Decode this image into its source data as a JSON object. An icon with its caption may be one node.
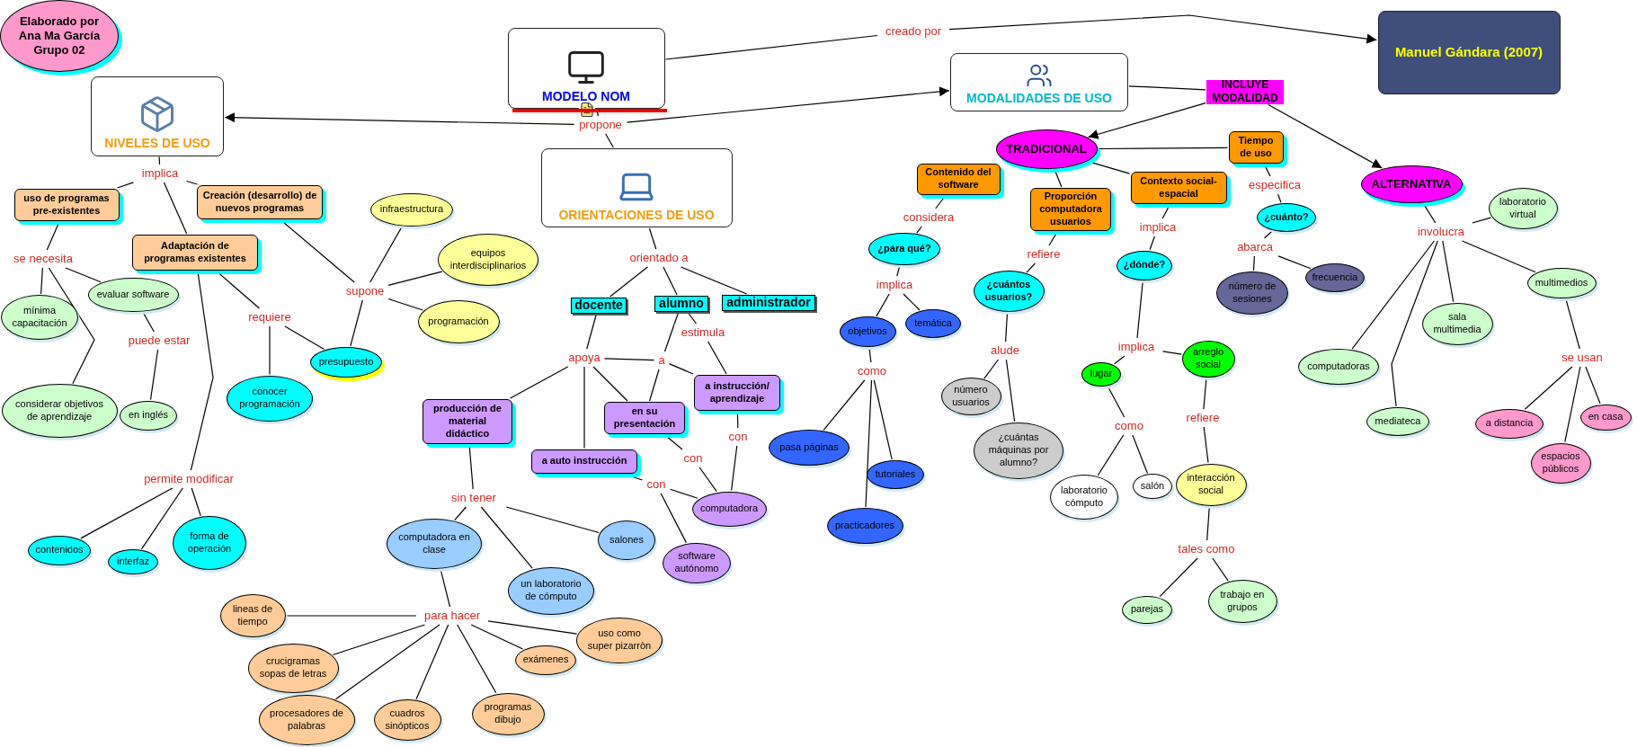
{
  "diagram": {
    "nodes": [
      {
        "text": [
          "Elaborado por Ana Ma García Grupo 02"
        ]
      },
      {
        "text": [
          "MODELO NOM"
        ]
      },
      {
        "text": [
          "creado por"
        ]
      },
      {
        "text": [
          "Manuel Gándara (2007)"
        ]
      },
      {
        "text": [
          "propone"
        ]
      },
      {
        "text": [
          "NIVELES DE USO"
        ]
      },
      {
        "text": [
          "MODALIDADES DE USO"
        ]
      },
      {
        "text": [
          "ORIENTACIONES DE USO"
        ]
      },
      {
        "text": [
          "implica"
        ]
      },
      {
        "text": [
          "uso de programas pre-existentes"
        ]
      },
      {
        "text": [
          "Creación (desarrollo) de nuevos programas"
        ]
      },
      {
        "text": [
          "Adaptación de programas existentes"
        ]
      },
      {
        "text": [
          "se necesita"
        ]
      },
      {
        "text": [
          "mínima capacitación"
        ]
      },
      {
        "text": [
          "evaluar software"
        ]
      },
      {
        "text": [
          "considerar objetivos de aprendizaje"
        ]
      },
      {
        "text": [
          "puede estar"
        ]
      },
      {
        "text": [
          "en inglés"
        ]
      },
      {
        "text": [
          "requiere"
        ]
      },
      {
        "text": [
          "conocer programación"
        ]
      },
      {
        "text": [
          "presupuesto"
        ]
      },
      {
        "text": [
          "permite modificar"
        ]
      },
      {
        "text": [
          "contenidos"
        ]
      },
      {
        "text": [
          "interfaz"
        ]
      },
      {
        "text": [
          "forma de operación"
        ]
      },
      {
        "text": [
          "supone"
        ]
      },
      {
        "text": [
          "infraestructura"
        ]
      },
      {
        "text": [
          "equipos interdisciplinarios"
        ]
      },
      {
        "text": [
          "programación"
        ]
      },
      {
        "text": [
          "orientado a"
        ]
      },
      {
        "text": [
          "docente"
        ]
      },
      {
        "text": [
          "alumno"
        ]
      },
      {
        "text": [
          "administrador"
        ]
      },
      {
        "text": [
          "apoya"
        ]
      },
      {
        "text": [
          "a"
        ]
      },
      {
        "text": [
          "estimula"
        ]
      },
      {
        "text": [
          "producción de material didáctico"
        ]
      },
      {
        "text": [
          "en su presentación"
        ]
      },
      {
        "text": [
          "a instrucción/ aprendizaje"
        ]
      },
      {
        "text": [
          "a auto instrucción"
        ]
      },
      {
        "text": [
          "con"
        ]
      },
      {
        "text": [
          "con"
        ]
      },
      {
        "text": [
          "con"
        ]
      },
      {
        "text": [
          "computadora"
        ]
      },
      {
        "text": [
          "software autónomo"
        ]
      },
      {
        "text": [
          "sin tener"
        ]
      },
      {
        "text": [
          "computadora en clase"
        ]
      },
      {
        "text": [
          "un laboratorio de cómputo"
        ]
      },
      {
        "text": [
          "salones"
        ]
      },
      {
        "text": [
          "para hacer"
        ]
      },
      {
        "text": [
          "lineas de tiempo"
        ]
      },
      {
        "text": [
          "crucigramas sopas de letras"
        ]
      },
      {
        "text": [
          "procesadores de palabras"
        ]
      },
      {
        "text": [
          "cuadros sinópticos"
        ]
      },
      {
        "text": [
          "programas dibujo"
        ]
      },
      {
        "text": [
          "exámenes"
        ]
      },
      {
        "text": [
          "uso como super pizarròn"
        ]
      },
      {
        "text": [
          "INCLUYE MODALIDAD"
        ]
      },
      {
        "text": [
          "TRADICIONAL"
        ]
      },
      {
        "text": [
          "ALTERNATIVA"
        ]
      },
      {
        "text": [
          "Contenido del software"
        ]
      },
      {
        "text": [
          "considera"
        ]
      },
      {
        "text": [
          "¿para qué?"
        ]
      },
      {
        "text": [
          "implica"
        ]
      },
      {
        "text": [
          "objetivos"
        ]
      },
      {
        "text": [
          "temática"
        ]
      },
      {
        "text": [
          "como"
        ]
      },
      {
        "text": [
          "pasa páginas"
        ]
      },
      {
        "text": [
          "tutoriales"
        ]
      },
      {
        "text": [
          "practicadores"
        ]
      },
      {
        "text": [
          "Proporción computadora usuarios"
        ]
      },
      {
        "text": [
          "refiere"
        ]
      },
      {
        "text": [
          "¿cuántos usuarios?"
        ]
      },
      {
        "text": [
          "alude"
        ]
      },
      {
        "text": [
          "número usuarios"
        ]
      },
      {
        "text": [
          "¿cuántas máquinas por alumno?"
        ]
      },
      {
        "text": [
          "Contexto social-espacial"
        ]
      },
      {
        "text": [
          "implica"
        ]
      },
      {
        "text": [
          "¿dónde?"
        ]
      },
      {
        "text": [
          "implica"
        ]
      },
      {
        "text": [
          "lugar"
        ]
      },
      {
        "text": [
          "arreglo social"
        ]
      },
      {
        "text": [
          "como"
        ]
      },
      {
        "text": [
          "laboratorio cómputo"
        ]
      },
      {
        "text": [
          "salón"
        ]
      },
      {
        "text": [
          "refiere"
        ]
      },
      {
        "text": [
          "interacción social"
        ]
      },
      {
        "text": [
          "tales como"
        ]
      },
      {
        "text": [
          "parejas"
        ]
      },
      {
        "text": [
          "trabajo en grupos"
        ]
      },
      {
        "text": [
          "Tiempo de uso"
        ]
      },
      {
        "text": [
          "especifica"
        ]
      },
      {
        "text": [
          "¿cuánto?"
        ]
      },
      {
        "text": [
          "abarca"
        ]
      },
      {
        "text": [
          "número de sesiones"
        ]
      },
      {
        "text": [
          "frecuencia"
        ]
      },
      {
        "text": [
          "involucra"
        ]
      },
      {
        "text": [
          "laboratorio virtual"
        ]
      },
      {
        "text": [
          "multimedios"
        ]
      },
      {
        "text": [
          "sala multimedia"
        ]
      },
      {
        "text": [
          "computadoras"
        ]
      },
      {
        "text": [
          "mediateca"
        ]
      },
      {
        "text": [
          "se usan"
        ]
      },
      {
        "text": [
          "a distancia"
        ]
      },
      {
        "text": [
          "en casa"
        ]
      },
      {
        "text": [
          "espacios públicos"
        ]
      }
    ],
    "edges": [
      {
        "from": 1,
        "to": 4,
        "arrow": "none"
      },
      {
        "from": 4,
        "to": 5,
        "arrow": "to"
      },
      {
        "from": 4,
        "to": 6,
        "arrow": "to"
      },
      {
        "from": 4,
        "to": 7,
        "arrow": "none"
      },
      {
        "from": 1,
        "to": 2,
        "arrow": "none"
      },
      {
        "from": 2,
        "to": 3,
        "arrow": "to"
      },
      {
        "from": 5,
        "to": 8,
        "arrow": "none"
      },
      {
        "from": 8,
        "to": 9,
        "arrow": "none"
      },
      {
        "from": 8,
        "to": 10,
        "arrow": "none"
      },
      {
        "from": 8,
        "to": 11,
        "arrow": "none"
      },
      {
        "from": 9,
        "to": 12,
        "arrow": "none"
      },
      {
        "from": 12,
        "to": 13,
        "arrow": "none"
      },
      {
        "from": 12,
        "to": 14,
        "arrow": "none"
      },
      {
        "from": 12,
        "to": 15,
        "arrow": "none"
      },
      {
        "from": 14,
        "to": 16,
        "arrow": "none"
      },
      {
        "from": 16,
        "to": 17,
        "arrow": "none"
      },
      {
        "from": 11,
        "to": 18,
        "arrow": "none"
      },
      {
        "from": 18,
        "to": 19,
        "arrow": "none"
      },
      {
        "from": 18,
        "to": 20,
        "arrow": "none"
      },
      {
        "from": 11,
        "to": 21,
        "arrow": "none"
      },
      {
        "from": 21,
        "to": 22,
        "arrow": "none"
      },
      {
        "from": 21,
        "to": 23,
        "arrow": "none"
      },
      {
        "from": 21,
        "to": 24,
        "arrow": "none"
      },
      {
        "from": 10,
        "to": 25,
        "arrow": "none"
      },
      {
        "from": 25,
        "to": 26,
        "arrow": "none"
      },
      {
        "from": 25,
        "to": 27,
        "arrow": "none"
      },
      {
        "from": 25,
        "to": 28,
        "arrow": "none"
      },
      {
        "from": 25,
        "to": 20,
        "arrow": "none"
      },
      {
        "from": 7,
        "to": 29,
        "arrow": "none"
      },
      {
        "from": 29,
        "to": 30,
        "arrow": "none"
      },
      {
        "from": 29,
        "to": 31,
        "arrow": "none"
      },
      {
        "from": 29,
        "to": 32,
        "arrow": "none"
      },
      {
        "from": 30,
        "to": 33,
        "arrow": "none"
      },
      {
        "from": 33,
        "to": 36,
        "arrow": "none"
      },
      {
        "from": 33,
        "to": 39,
        "arrow": "none"
      },
      {
        "from": 33,
        "to": 37,
        "arrow": "none"
      },
      {
        "from": 33,
        "to": 34,
        "arrow": "none"
      },
      {
        "from": 31,
        "to": 34,
        "arrow": "none"
      },
      {
        "from": 31,
        "to": 35,
        "arrow": "none"
      },
      {
        "from": 34,
        "to": 37,
        "arrow": "none"
      },
      {
        "from": 34,
        "to": 38,
        "arrow": "none"
      },
      {
        "from": 35,
        "to": 38,
        "arrow": "none"
      },
      {
        "from": 37,
        "to": 40,
        "arrow": "none"
      },
      {
        "from": 40,
        "to": 43,
        "arrow": "none"
      },
      {
        "from": 38,
        "to": 41,
        "arrow": "none"
      },
      {
        "from": 41,
        "to": 43,
        "arrow": "none"
      },
      {
        "from": 39,
        "to": 42,
        "arrow": "none"
      },
      {
        "from": 42,
        "to": 43,
        "arrow": "none"
      },
      {
        "from": 42,
        "to": 44,
        "arrow": "none"
      },
      {
        "from": 36,
        "to": 45,
        "arrow": "none"
      },
      {
        "from": 45,
        "to": 46,
        "arrow": "none"
      },
      {
        "from": 45,
        "to": 47,
        "arrow": "none"
      },
      {
        "from": 45,
        "to": 48,
        "arrow": "none"
      },
      {
        "from": 46,
        "to": 49,
        "arrow": "none"
      },
      {
        "from": 49,
        "to": 50,
        "arrow": "none"
      },
      {
        "from": 49,
        "to": 51,
        "arrow": "none"
      },
      {
        "from": 49,
        "to": 52,
        "arrow": "none"
      },
      {
        "from": 49,
        "to": 53,
        "arrow": "none"
      },
      {
        "from": 49,
        "to": 54,
        "arrow": "none"
      },
      {
        "from": 49,
        "to": 55,
        "arrow": "none"
      },
      {
        "from": 49,
        "to": 56,
        "arrow": "none"
      },
      {
        "from": 6,
        "to": 57,
        "arrow": "none"
      },
      {
        "from": 57,
        "to": 58,
        "arrow": "to"
      },
      {
        "from": 57,
        "to": 59,
        "arrow": "to"
      },
      {
        "from": 58,
        "to": 90,
        "arrow": "none"
      },
      {
        "from": 58,
        "to": 76,
        "arrow": "none"
      },
      {
        "from": 58,
        "to": 70,
        "arrow": "none"
      },
      {
        "from": 60,
        "to": 61,
        "arrow": "none"
      },
      {
        "from": 61,
        "to": 62,
        "arrow": "none"
      },
      {
        "from": 62,
        "to": 63,
        "arrow": "none"
      },
      {
        "from": 63,
        "to": 64,
        "arrow": "none"
      },
      {
        "from": 63,
        "to": 65,
        "arrow": "none"
      },
      {
        "from": 64,
        "to": 66,
        "arrow": "none"
      },
      {
        "from": 66,
        "to": 67,
        "arrow": "none"
      },
      {
        "from": 66,
        "to": 68,
        "arrow": "none"
      },
      {
        "from": 66,
        "to": 69,
        "arrow": "none"
      },
      {
        "from": 70,
        "to": 71,
        "arrow": "none"
      },
      {
        "from": 71,
        "to": 72,
        "arrow": "none"
      },
      {
        "from": 72,
        "to": 73,
        "arrow": "none"
      },
      {
        "from": 73,
        "to": 74,
        "arrow": "none"
      },
      {
        "from": 73,
        "to": 75,
        "arrow": "none"
      },
      {
        "from": 76,
        "to": 77,
        "arrow": "none"
      },
      {
        "from": 77,
        "to": 78,
        "arrow": "none"
      },
      {
        "from": 78,
        "to": 79,
        "arrow": "none"
      },
      {
        "from": 79,
        "to": 80,
        "arrow": "none"
      },
      {
        "from": 79,
        "to": 81,
        "arrow": "none"
      },
      {
        "from": 80,
        "to": 82,
        "arrow": "none"
      },
      {
        "from": 82,
        "to": 83,
        "arrow": "none"
      },
      {
        "from": 82,
        "to": 84,
        "arrow": "none"
      },
      {
        "from": 81,
        "to": 85,
        "arrow": "none"
      },
      {
        "from": 85,
        "to": 86,
        "arrow": "none"
      },
      {
        "from": 86,
        "to": 87,
        "arrow": "none"
      },
      {
        "from": 87,
        "to": 88,
        "arrow": "none"
      },
      {
        "from": 87,
        "to": 89,
        "arrow": "none"
      },
      {
        "from": 90,
        "to": 91,
        "arrow": "none"
      },
      {
        "from": 91,
        "to": 92,
        "arrow": "none"
      },
      {
        "from": 92,
        "to": 93,
        "arrow": "none"
      },
      {
        "from": 93,
        "to": 94,
        "arrow": "none"
      },
      {
        "from": 93,
        "to": 95,
        "arrow": "none"
      },
      {
        "from": 59,
        "to": 96,
        "arrow": "none"
      },
      {
        "from": 96,
        "to": 97,
        "arrow": "none"
      },
      {
        "from": 96,
        "to": 98,
        "arrow": "none"
      },
      {
        "from": 96,
        "to": 99,
        "arrow": "none"
      },
      {
        "from": 96,
        "to": 100,
        "arrow": "none"
      },
      {
        "from": 96,
        "to": 101,
        "arrow": "none"
      },
      {
        "from": 98,
        "to": 102,
        "arrow": "none"
      },
      {
        "from": 102,
        "to": 103,
        "arrow": "none"
      },
      {
        "from": 102,
        "to": 104,
        "arrow": "none"
      },
      {
        "from": 102,
        "to": 105,
        "arrow": "none"
      }
    ]
  }
}
